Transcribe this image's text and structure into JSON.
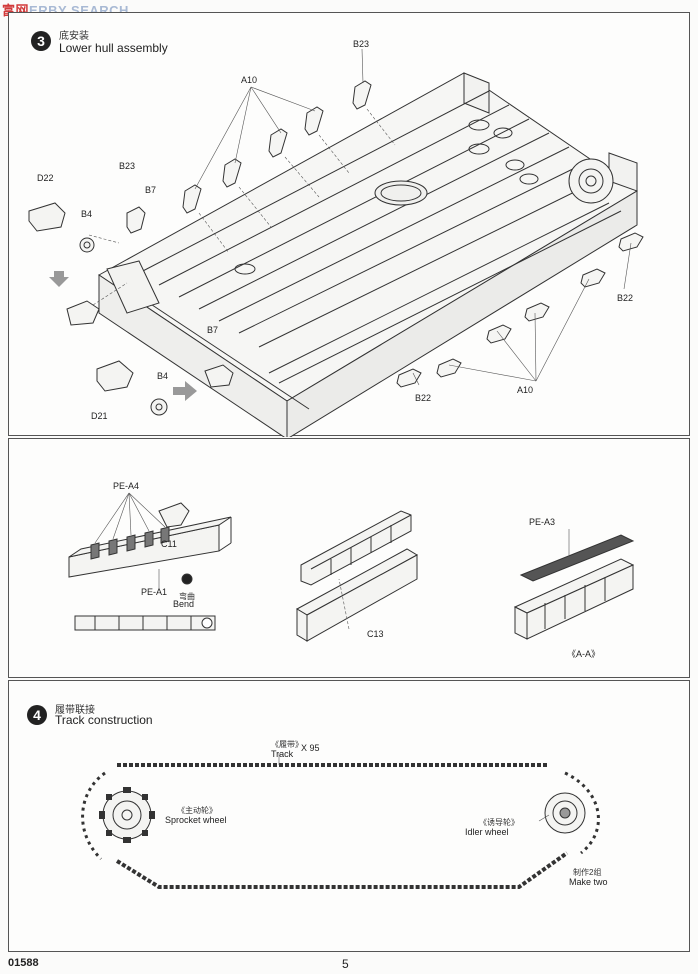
{
  "watermark": {
    "cn": "富",
    "cn2": "网",
    "en": "ERBY SEARCH"
  },
  "step3": {
    "number": "3",
    "cn_title": "底安装",
    "title": "Lower hull assembly",
    "labels": {
      "b23_top": "B23",
      "a10_top": "A10",
      "d22": "D22",
      "b4_upper": "B4",
      "b23_left": "B23",
      "b7_upper": "B7",
      "b7_lower": "B7",
      "b4_lower": "B4",
      "d21": "D21",
      "b22_right": "B22",
      "b22_bottom": "B22",
      "a10_bottom": "A10"
    }
  },
  "substep": {
    "pe_a4": "PE-A4",
    "c11": "C11",
    "pe_a1": "PE-A1",
    "bend_cn": "弯曲",
    "bend": "Bend",
    "c13": "C13",
    "pe_a3": "PE-A3",
    "section": "《A-A》"
  },
  "step4": {
    "number": "4",
    "cn_title": "履带联接",
    "title": "Track construction",
    "track_cn": "《履带》",
    "track": "Track",
    "track_qty": "X 95",
    "sprocket_cn": "《主动轮》",
    "sprocket": "Sprocket wheel",
    "idler_cn": "《诱导轮》",
    "idler": "Idler wheel",
    "make_two_cn": "制作2组",
    "make_two": "Make two"
  },
  "footer": {
    "code": "01588",
    "page": "5"
  }
}
